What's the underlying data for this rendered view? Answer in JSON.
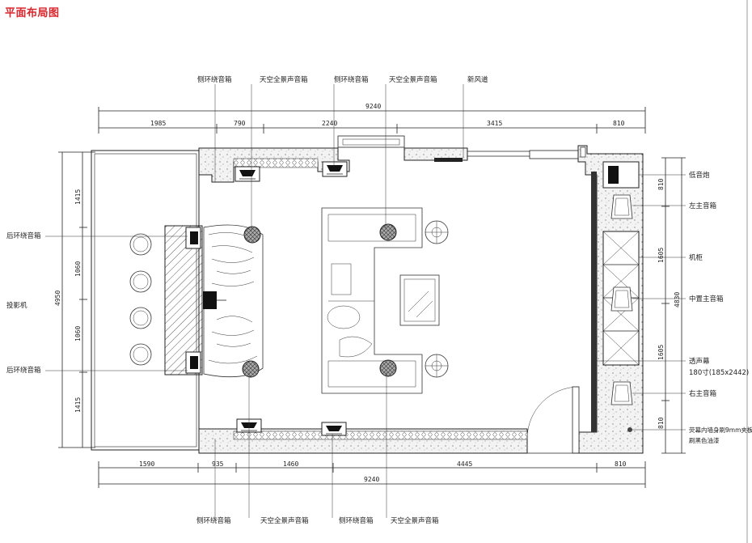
{
  "page_title": "平面布局图",
  "colors": {
    "title": "#d9262c",
    "lines": "#222222"
  },
  "top_labels": {
    "left_surround_1": "侧环绕音箱",
    "ceiling_1": "天空全景声音箱",
    "left_surround_2": "侧环绕音箱",
    "ceiling_2": "天空全景声音箱",
    "duct": "新风道"
  },
  "bottom_labels": {
    "right_surround_1": "侧环绕音箱",
    "ceiling_1": "天空全景声音箱",
    "right_surround_2": "侧环绕音箱",
    "ceiling_2": "天空全景声音箱"
  },
  "left_labels": {
    "rear_surround_top": "后环绕音箱",
    "projector": "投影机",
    "rear_surround_bottom": "后环绕音箱"
  },
  "right_labels": {
    "subwoofer": "低音炮",
    "front_left": "左主音箱",
    "cabinet": "机柜",
    "center": "中置主音箱",
    "screen_name": "透声幕",
    "screen_size": "180寸(185x2442)",
    "front_right": "右主音箱",
    "panel_line1": "荧幕内墙身刷9mm夹板,",
    "panel_line2": "刷黑色油漆"
  },
  "dims_top": {
    "total": "9240",
    "seg1": "1985",
    "seg2": "790",
    "seg3": "2240",
    "seg4": "3415",
    "seg5": "810"
  },
  "dims_bottom": {
    "total": "9240",
    "seg1": "1590",
    "seg2": "935",
    "seg3": "1460",
    "seg4": "4445",
    "seg5": "810"
  },
  "dims_left": {
    "total": "4950",
    "seg1": "1415",
    "seg2": "1060",
    "seg3": "1060",
    "seg4": "1415"
  },
  "dims_right": {
    "total": "4830",
    "seg1": "810",
    "seg2": "1605",
    "seg3": "1605",
    "seg4": "810"
  }
}
